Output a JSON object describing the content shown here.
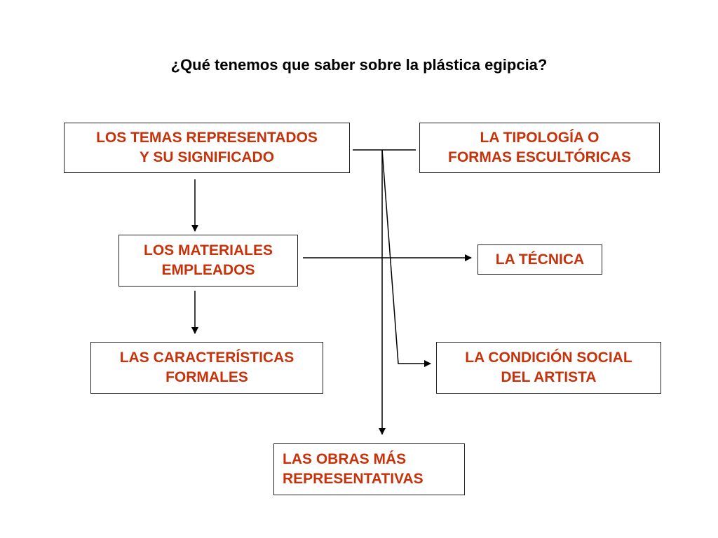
{
  "title": "¿Qué tenemos que saber sobre la plástica egipcia?",
  "colors": {
    "box_text": "#c8320a",
    "title_text": "#000000",
    "line": "#000000"
  },
  "nodes": {
    "temas": "LOS TEMAS REPRESENTADOS\nY SU SIGNIFICADO",
    "tipologia": "LA TIPOLOGÍA O\nFORMAS ESCULTÓRICAS",
    "materiales": "LOS MATERIALES\nEMPLEADOS",
    "tecnica": "LA TÉCNICA",
    "caracteristicas": "LAS CARACTERÍSTICAS\nFORMALES",
    "condicion": "LA CONDICIÓN SOCIAL\nDEL ARTISTA",
    "obras": "LAS OBRAS MÁS\nREPRESENTATIVAS"
  }
}
